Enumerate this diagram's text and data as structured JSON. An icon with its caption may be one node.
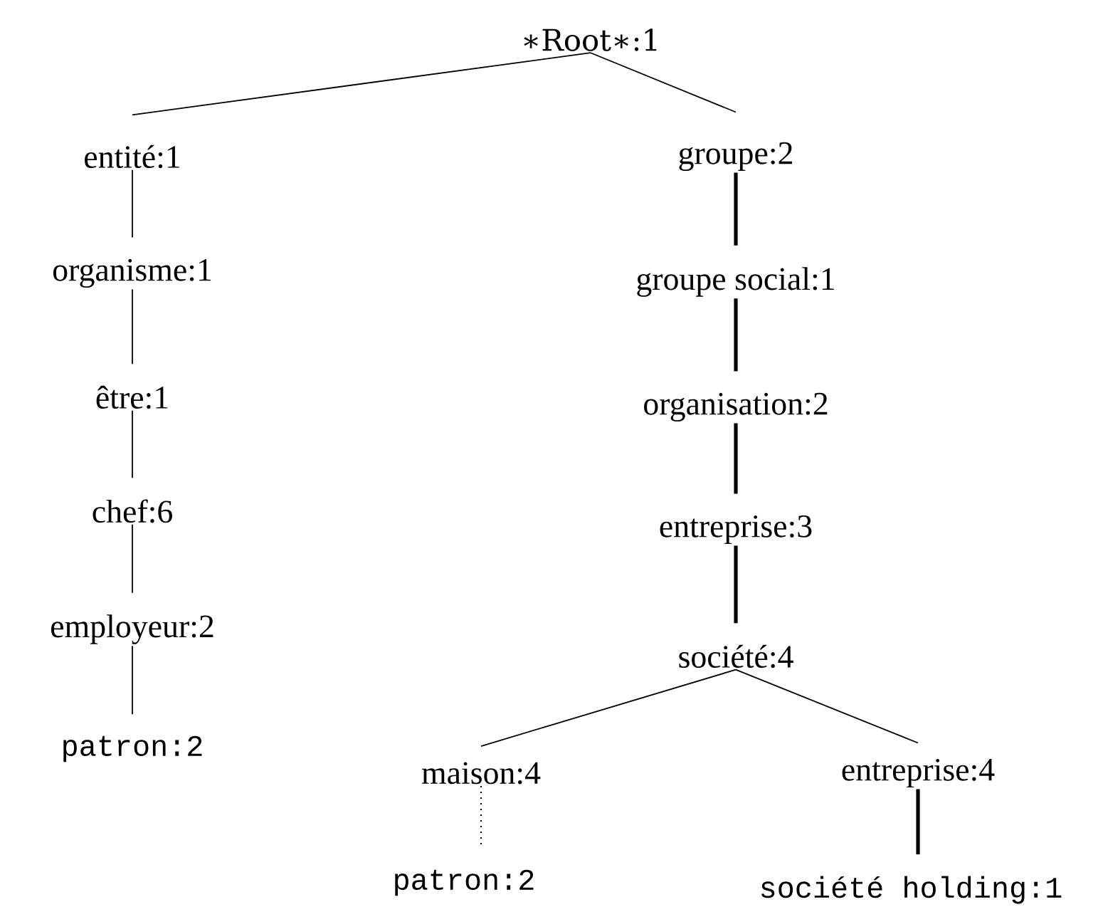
{
  "diagram": {
    "nodes": [
      {
        "text": [
          "∗Root∗:1"
        ]
      },
      {
        "text": [
          "entité:1"
        ]
      },
      {
        "text": [
          "organisme:1"
        ]
      },
      {
        "text": [
          "être:1"
        ]
      },
      {
        "text": [
          "chef:6"
        ]
      },
      {
        "text": [
          "employeur:2"
        ]
      },
      {
        "text": [
          "patron:2"
        ]
      },
      {
        "text": [
          "groupe:2"
        ]
      },
      {
        "text": [
          "groupe social:1"
        ]
      },
      {
        "text": [
          "organisation:2"
        ]
      },
      {
        "text": [
          "entreprise:3"
        ]
      },
      {
        "text": [
          "société:4"
        ]
      },
      {
        "text": [
          "maison:4"
        ]
      },
      {
        "text": [
          "entreprise:4"
        ]
      },
      {
        "text": [
          "patron:2"
        ]
      },
      {
        "text": [
          "société holding:1"
        ]
      }
    ],
    "edges": [
      {
        "from": 0,
        "to": 1,
        "arrow": "none"
      },
      {
        "from": 0,
        "to": 7,
        "arrow": "none"
      },
      {
        "from": 1,
        "to": 2,
        "arrow": "none"
      },
      {
        "from": 2,
        "to": 3,
        "arrow": "none"
      },
      {
        "from": 3,
        "to": 4,
        "arrow": "none"
      },
      {
        "from": 4,
        "to": 5,
        "arrow": "none"
      },
      {
        "from": 5,
        "to": 6,
        "arrow": "none"
      },
      {
        "from": 7,
        "to": 8,
        "arrow": "none",
        "style": "thick"
      },
      {
        "from": 8,
        "to": 9,
        "arrow": "none",
        "style": "thick"
      },
      {
        "from": 9,
        "to": 10,
        "arrow": "none",
        "style": "thick"
      },
      {
        "from": 10,
        "to": 11,
        "arrow": "none",
        "style": "thick"
      },
      {
        "from": 11,
        "to": 12,
        "arrow": "none"
      },
      {
        "from": 11,
        "to": 13,
        "arrow": "none"
      },
      {
        "from": 12,
        "to": 14,
        "arrow": "none",
        "style": "dashed"
      },
      {
        "from": 13,
        "to": 15,
        "arrow": "none",
        "style": "thick"
      }
    ]
  }
}
